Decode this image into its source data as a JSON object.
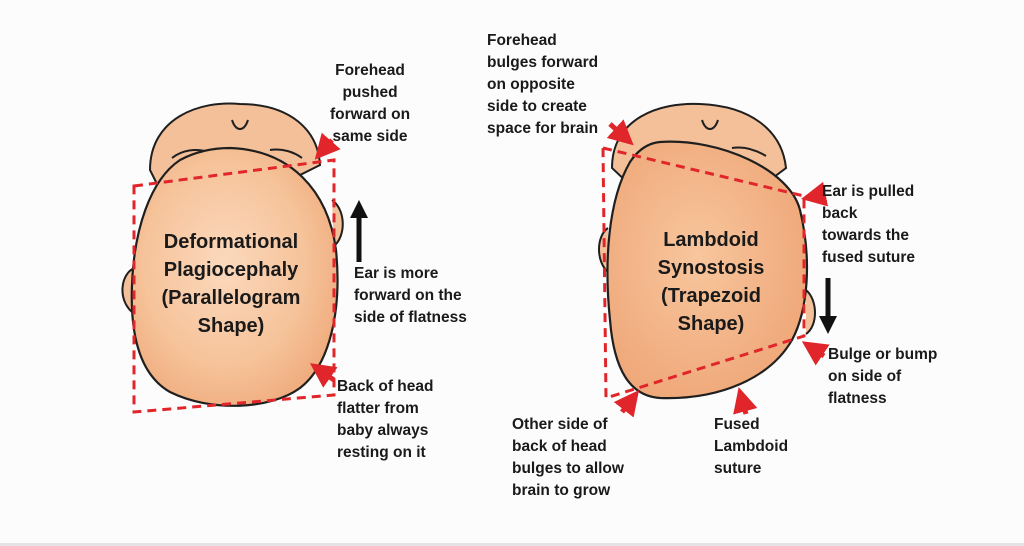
{
  "left_diagram": {
    "title": "Deformational\nPlagiocephaly\n(Parallelogram\nShape)",
    "labels": {
      "forehead": "Forehead\npushed\nforward on\nsame side",
      "ear": "Ear is more\nforward on the\nside of flatness",
      "back": "Back of head\nflatter from\nbaby always\nresting on it"
    }
  },
  "right_diagram": {
    "title": "Lambdoid\nSynostosis\n(Trapezoid\nShape)",
    "labels": {
      "forehead": "Forehead\nbulges forward\non opposite\nside to create\nspace for brain",
      "ear": "Ear is pulled\nback\ntowards the\nfused suture",
      "bulge": "Bulge or bump\non side of\nflatness",
      "other_side": "Other side of\nback of head\nbulges to allow\nbrain to grow",
      "suture": "Fused\nLambdoid\nsuture"
    }
  },
  "colors": {
    "skin": "#f4b98c",
    "skin_light": "#fbd9bd",
    "outline": "#1f1f1f",
    "dashed_shape": "#e0262a",
    "arrow_red": "#e0262a",
    "arrow_black": "#111111"
  }
}
